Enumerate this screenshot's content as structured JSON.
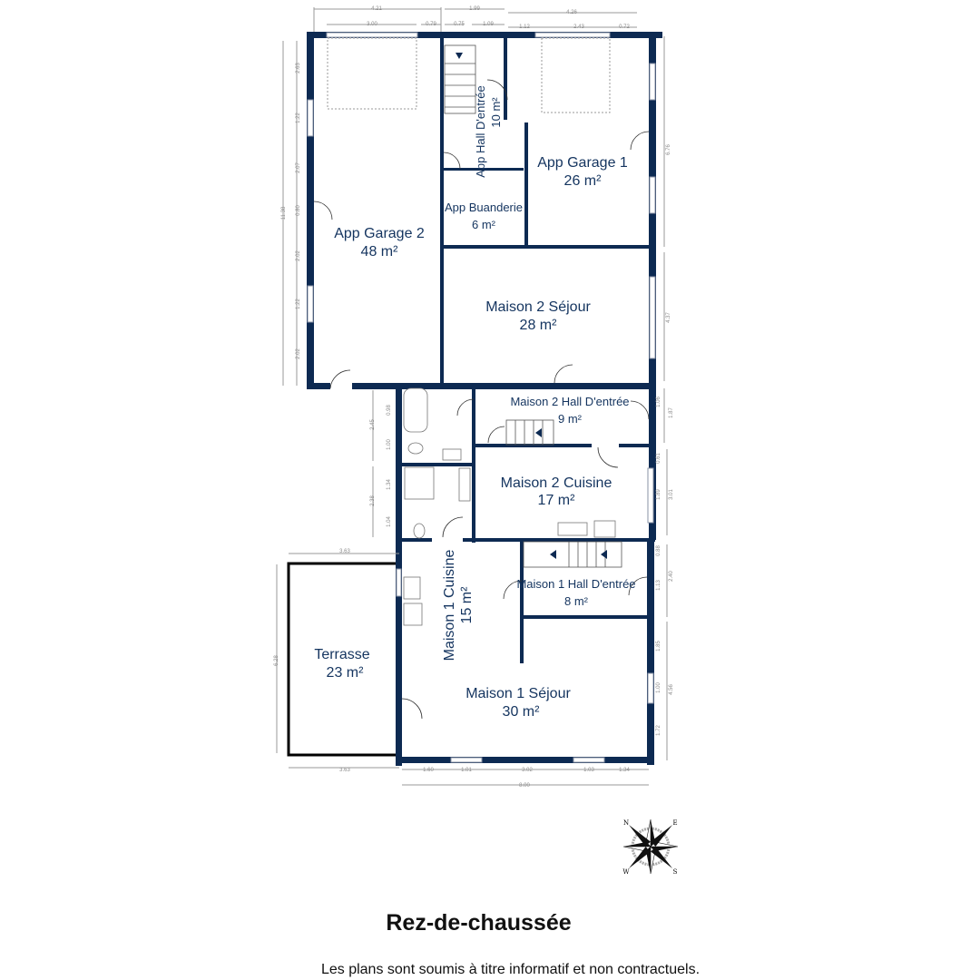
{
  "plan": {
    "title": "Rez-de-chaussée",
    "disclaimer": "Les plans sont soumis à titre informatif et non contractuels.",
    "wall_color": "#0d2a52",
    "label_color": "#14345f",
    "rooms": [
      {
        "name": "App Garage 2",
        "area": "48 m²"
      },
      {
        "name": "App Hall D'entrée",
        "area": "10 m²"
      },
      {
        "name": "App Garage 1",
        "area": "26 m²"
      },
      {
        "name": "App Buanderie",
        "area": "6 m²"
      },
      {
        "name": "Maison 2 Séjour",
        "area": "28 m²"
      },
      {
        "name": "Maison 2 Hall D'entrée",
        "area": "9 m²"
      },
      {
        "name": "Maison 2 Cuisine",
        "area": "17 m²"
      },
      {
        "name": "Maison 1 Cuisine",
        "area": "15 m²"
      },
      {
        "name": "Maison 1 Hall D'entrée",
        "area": "8 m²"
      },
      {
        "name": "Terrasse",
        "area": "23 m²"
      },
      {
        "name": "Maison 1 Séjour",
        "area": "30 m²"
      }
    ],
    "dimensions": {
      "top": [
        "4.21",
        "3.00",
        "0.79",
        "1.99",
        "0.75",
        "1.09",
        "4.26",
        "1.12",
        "2.43",
        "0.72"
      ],
      "left": [
        "11.38",
        "2.63",
        "1.22",
        "2.07",
        "0.80",
        "2.02",
        "1.22",
        "2.02"
      ],
      "right": [
        "6.76",
        "4.37",
        "1.06",
        "1.87",
        "0.61",
        "1.89",
        "3.01",
        "0.88",
        "1.13",
        "2.40",
        "1.85",
        "1.00",
        "1.72",
        "4.56"
      ],
      "bath": [
        "2.45",
        "0.98",
        "1.00",
        "2.38",
        "1.34",
        "1.04"
      ],
      "terrace": [
        "3.63",
        "6.28",
        "3.63"
      ],
      "bottom": [
        "1.60",
        "1.01",
        "3.02",
        "1.03",
        "1.34",
        "8.00"
      ]
    },
    "compass_letters": [
      "N",
      "E",
      "S",
      "W"
    ]
  }
}
